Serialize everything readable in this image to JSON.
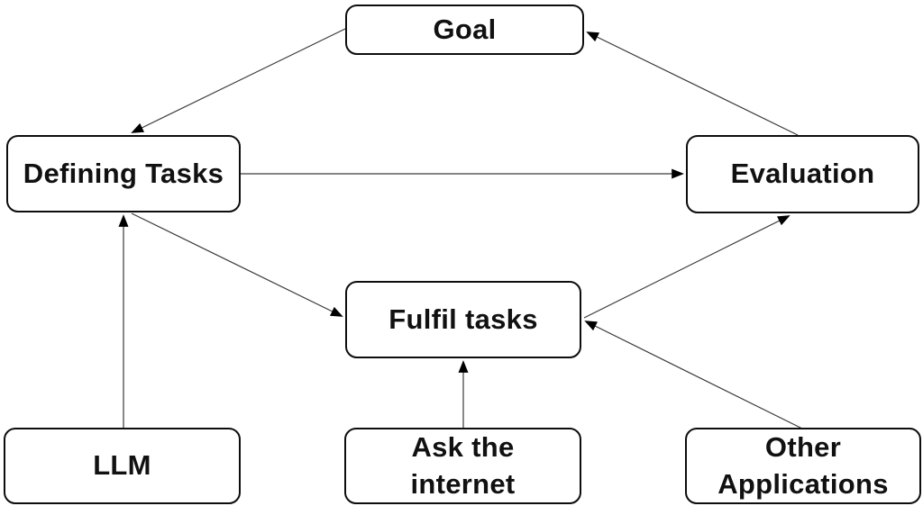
{
  "diagram": {
    "type": "flowchart",
    "colors": {
      "background": "#ffffff",
      "node_fill": "#ffffff",
      "node_border": "#0d0d0d",
      "edge_line": "#3a3a3a",
      "arrowhead": "#000000",
      "text": "#111111"
    },
    "nodes": [
      {
        "id": "goal",
        "label": "Goal"
      },
      {
        "id": "defining-tasks",
        "label": "Defining Tasks"
      },
      {
        "id": "evaluation",
        "label": "Evaluation"
      },
      {
        "id": "fulfil-tasks",
        "label": "Fulfil tasks"
      },
      {
        "id": "llm",
        "label": "LLM"
      },
      {
        "id": "ask-the-internet",
        "label": "Ask the\ninternet"
      },
      {
        "id": "other-applications",
        "label": "Other\nApplications"
      }
    ],
    "edges": [
      {
        "from": "goal",
        "to": "defining-tasks"
      },
      {
        "from": "evaluation",
        "to": "goal"
      },
      {
        "from": "defining-tasks",
        "to": "evaluation"
      },
      {
        "from": "defining-tasks",
        "to": "fulfil-tasks"
      },
      {
        "from": "fulfil-tasks",
        "to": "evaluation"
      },
      {
        "from": "llm",
        "to": "defining-tasks"
      },
      {
        "from": "ask-the-internet",
        "to": "fulfil-tasks"
      },
      {
        "from": "other-applications",
        "to": "fulfil-tasks"
      }
    ]
  }
}
